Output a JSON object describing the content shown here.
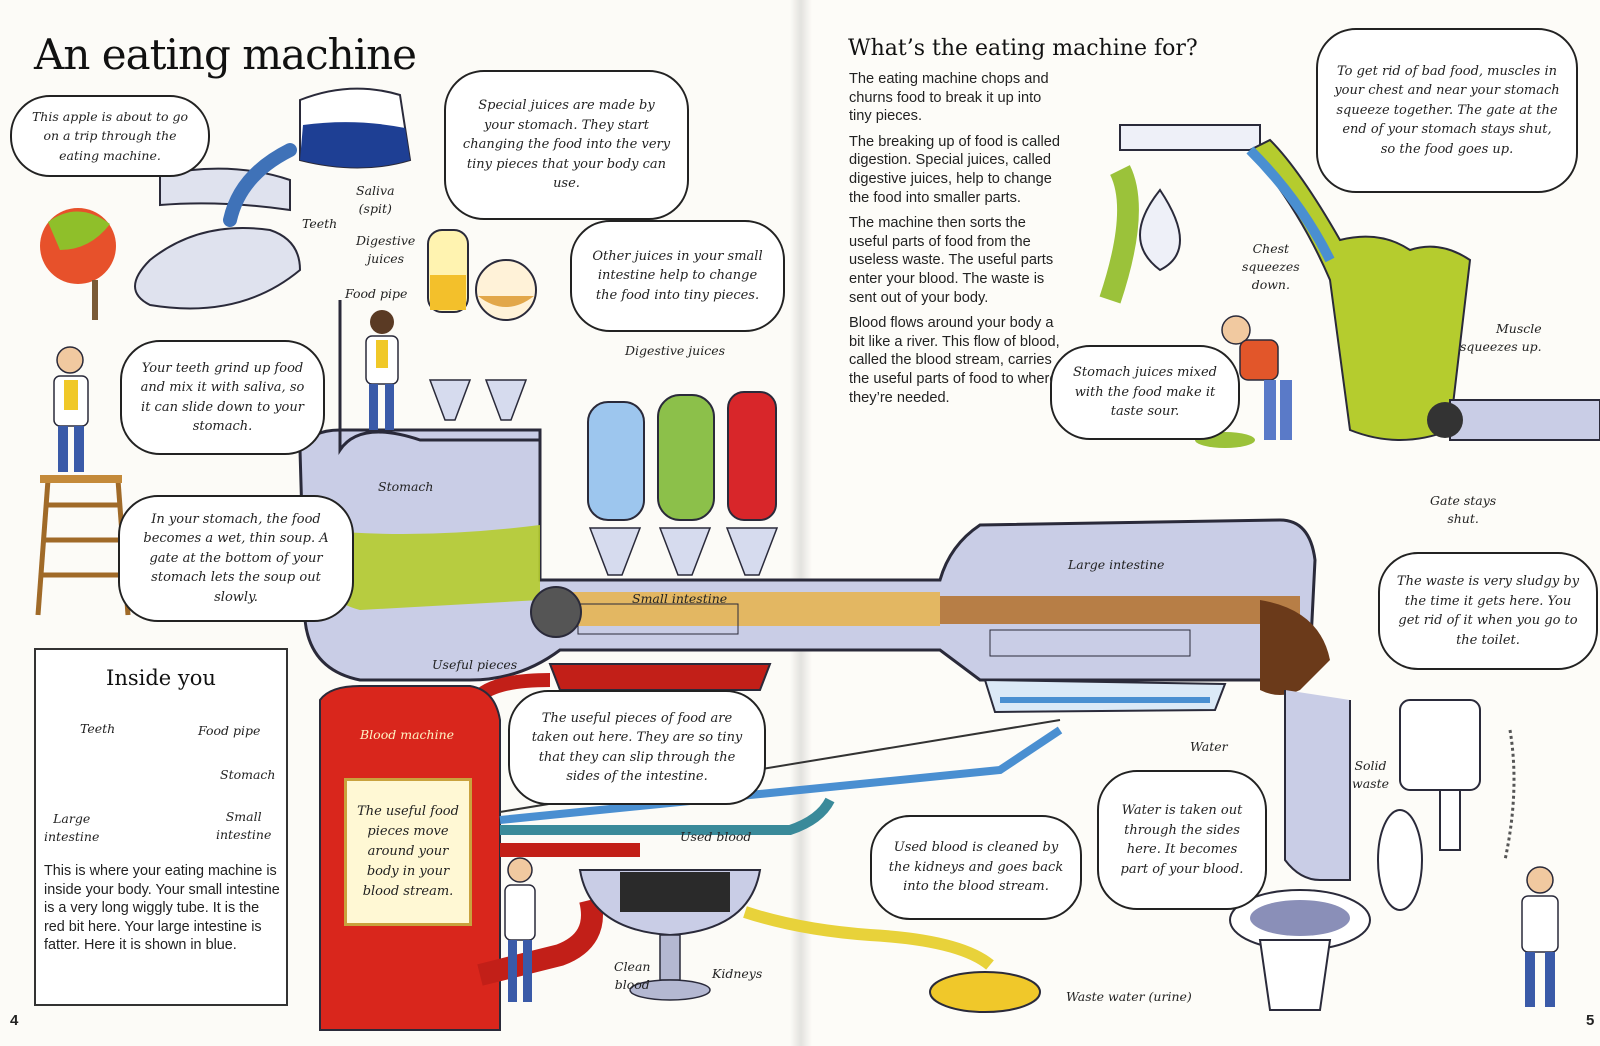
{
  "left_page": {
    "title": "An eating machine",
    "page_number": "4",
    "bubbles": {
      "apple": "This apple is about to go on a trip through the eating machine.",
      "stomach_juices": "Special juices are made by your stomach. They start changing the food into the very tiny pieces that your body can use.",
      "small_intestine_juices": "Other juices in your small intestine help to change the food into tiny pieces.",
      "teeth": "Your teeth grind up food and mix it with saliva, so it can slide down to your stomach.",
      "stomach_soup": "In your stomach, the food becomes a wet, thin soup. A gate at the bottom of your stomach lets the soup out slowly.",
      "useful_pieces": "The useful pieces of food are taken out here. They are so tiny that they can slip through the sides of the intestine."
    },
    "labels": {
      "saliva": "Saliva\n(spit)",
      "teeth": "Teeth",
      "digestive_juices": "Digestive\njuices",
      "food_pipe": "Food pipe",
      "digestive_juices_2": "Digestive juices",
      "stomach": "Stomach",
      "small_intestine": "Small intestine",
      "useful_pieces": "Useful pieces",
      "blood_machine": "Blood machine",
      "used_blood": "Used blood",
      "clean_blood": "Clean\nblood",
      "kidneys": "Kidneys"
    },
    "plaque": "The useful food pieces move around your body in your blood stream.",
    "inside_you": {
      "title": "Inside you",
      "labels": {
        "teeth": "Teeth",
        "food_pipe": "Food pipe",
        "stomach": "Stomach",
        "large_intestine": "Large\nintestine",
        "small_intestine": "Small\nintestine"
      },
      "text": "This is where your eating machine is inside your body. Your small intestine is a very long wiggly tube. It is the red bit here. Your large intestine is fatter. Here it is shown in blue."
    }
  },
  "right_page": {
    "heading": "What’s the eating machine for?",
    "page_number": "5",
    "paragraphs": [
      "The eating machine chops and churns food to break it up into tiny pieces.",
      "The breaking up of food is called digestion. Special juices, called digestive juices, help to change the food into smaller parts.",
      "The machine then sorts the useful parts of food from the useless waste. The useful parts enter your blood. The waste is sent out of your body.",
      "Blood flows around your body a bit like a river. This flow of blood, called the blood stream, carries the useful parts of food to where they’re needed."
    ],
    "bubbles": {
      "bad_food": "To get rid of bad food, muscles in your chest and near your stomach squeeze together. The gate at the end of your stomach stays shut, so the food goes up.",
      "sour": "Stomach juices mixed with the food make it taste sour.",
      "waste": "The waste is very sludgy by the time it gets here. You get rid of it when you go to the toilet.",
      "water": "Water is taken out through the sides here. It becomes part of your blood.",
      "kidneys": "Used blood is cleaned by the kidneys and goes back into the blood stream."
    },
    "labels": {
      "chest": "Chest\nsqueezes\ndown.",
      "muscle": "Muscle\nsqueezes up.",
      "gate": "Gate stays\nshut.",
      "large_intestine": "Large intestine",
      "water": "Water",
      "solid_waste": "Solid\nwaste",
      "waste_water": "Waste water (urine)"
    }
  },
  "colors": {
    "tube": "#c9cde6",
    "tube_outline": "#2a2a3a",
    "blood_machine": "#d9261c",
    "stomach_soup": "#b5cc2e",
    "waste": "#6b3a1a",
    "water": "#4a8fd1",
    "plaque_border": "#c9a23d"
  }
}
